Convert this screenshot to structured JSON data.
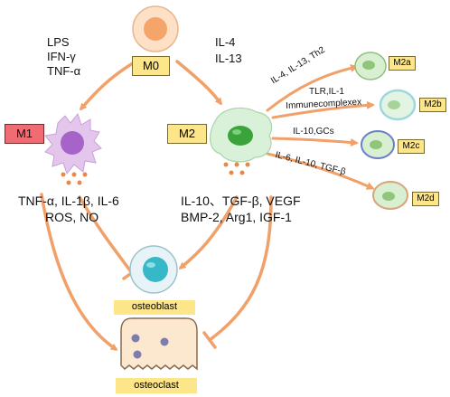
{
  "cells": {
    "m0": {
      "label": "M0"
    },
    "m1": {
      "label": "M1"
    },
    "m2": {
      "label": "M2"
    },
    "m2a": {
      "label": "M2a"
    },
    "m2b": {
      "label": "M2b"
    },
    "m2c": {
      "label": "M2c"
    },
    "m2d": {
      "label": "M2d"
    },
    "osteoblast": {
      "label": "osteoblast"
    },
    "osteoclast": {
      "label": "osteoclast"
    }
  },
  "stimuli": {
    "m1": [
      "LPS",
      "IFN-γ",
      "TNF-α"
    ],
    "m2": [
      "IL-4",
      "IL-13"
    ]
  },
  "secretions": {
    "m1": [
      "TNF-α, IL-1β, IL-6",
      "ROS, NO"
    ],
    "m2": [
      "IL-10、TGF-β, VEGF",
      "BMP-2, Arg1, IGF-1"
    ]
  },
  "subtype_arrows": {
    "m2a": "IL-4, IL-13, Th2",
    "m2b_line1": "TLR,IL-1",
    "m2b_line2": "Immunecomplexex",
    "m2c": "IL-10,GCs",
    "m2d": "IL-6,  IL-10,  TGF-β"
  },
  "colors": {
    "arrow": "#f0a068",
    "label_box": "#fde58a",
    "m1_box": "#f06b72",
    "dots": "#e9884a",
    "m2_cell": "#d9f0d9",
    "m2_nucleus": "#3aa33a",
    "m1_cell": "#e4c6ec",
    "m1_nucleus": "#a764c8",
    "osteoblast_nucleus": "#36b8c8",
    "osteoclast_body": "#fbe8cf"
  }
}
